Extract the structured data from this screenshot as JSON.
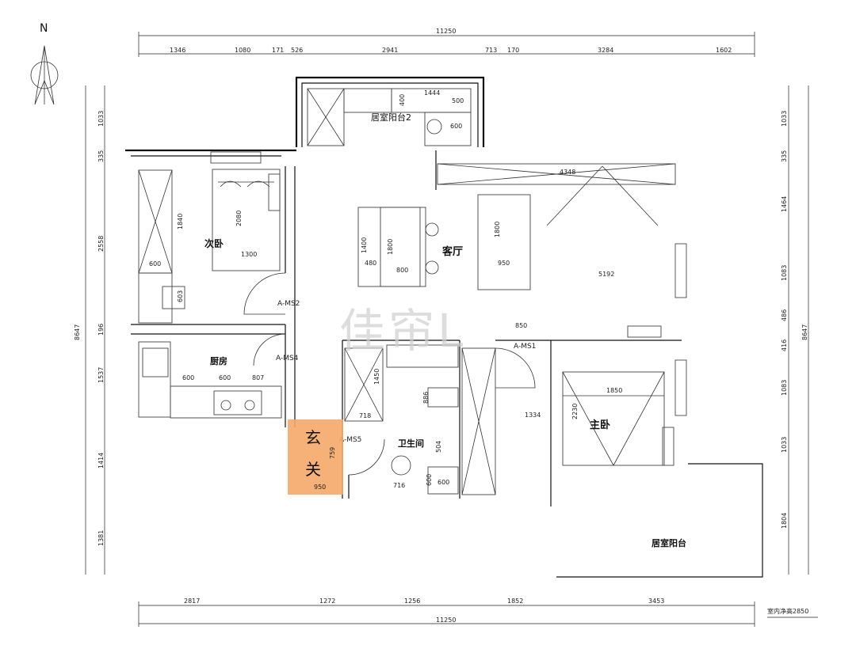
{
  "compass": {
    "label": "N"
  },
  "watermark": "佳帘L",
  "dimensions": {
    "top_total": "11250",
    "top_segments": [
      "1346",
      "1080",
      "171",
      "526",
      "2941",
      "713",
      "170",
      "3284",
      "1602"
    ],
    "bottom_segments": [
      "2817",
      "1272",
      "1256",
      "1852",
      "3453"
    ],
    "bottom_total": "11250",
    "left_total": "8647",
    "left_segments": [
      "1033",
      "335",
      "2558",
      "196",
      "1537",
      "1414",
      "1381"
    ],
    "right_total": "8647",
    "right_segments": [
      "1033",
      "335",
      "1464",
      "1083",
      "486",
      "416",
      "1083",
      "1033",
      "1804"
    ],
    "ceiling_note": "室内净高2850"
  },
  "rooms": {
    "balcony2": "居室阳台2",
    "second_bedroom": "次卧",
    "living": "客厅",
    "kitchen": "厨房",
    "bathroom": "卫生间",
    "master": "主卧",
    "entry_1": "玄",
    "entry_2": "关",
    "balcony": "居室阳台"
  },
  "doors": {
    "ms2": "A-MS2",
    "ms4": "A-MS4",
    "ms5": "A-MS5",
    "ms1": "A-MS1"
  },
  "inner_dims": {
    "balcony_w": "1444",
    "b2_400": "400",
    "b2_500": "500",
    "b2_600": "600",
    "sofa_top": "4348",
    "living_1800": "1800",
    "living_1400": "1400",
    "living_1800b": "1800",
    "living_480": "480",
    "living_800": "800",
    "living_950": "950",
    "living_5192": "5192",
    "living_850": "850",
    "bed2_1840": "1840",
    "bed2_2080": "2080",
    "bed2_1300": "1300",
    "bed2_600": "600",
    "bed2_603": "603",
    "kitchen_600a": "600",
    "kitchen_600b": "600",
    "kitchen_807": "807",
    "bath_1450": "1450",
    "bath_718": "718",
    "bath_886": "886",
    "bath_504": "504",
    "bath_716": "716",
    "bath_600a": "600",
    "bath_600b": "600",
    "entry_759": "759",
    "entry_950": "950",
    "master_1850": "1850",
    "master_2230": "2230",
    "hall_1334": "1334"
  },
  "colors": {
    "entry_highlight": "#f5a86a",
    "entry_text": "#ffffff"
  }
}
